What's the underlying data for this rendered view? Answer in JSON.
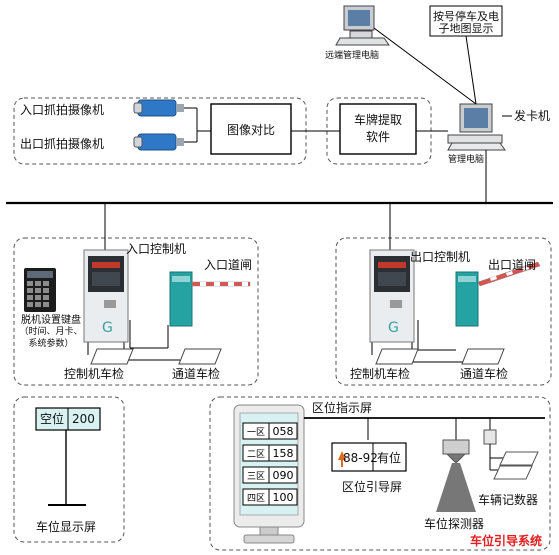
{
  "labels": {
    "remote_pc": "远端管理电脑",
    "map_display": [
      "按号停车及电",
      "子地图显示"
    ],
    "card_issuer": "发卡机",
    "mgmt_pc": "管理电脑",
    "entry_camera": "入口抓拍摄像机",
    "exit_camera": "出口抓拍摄像机",
    "image_compare": "图像对比",
    "plate_software": [
      "车牌提取",
      "软件"
    ],
    "entry_controller": "入口控制机",
    "entry_gate": "入口道闸",
    "exit_controller": "出口控制机",
    "exit_gate": "出口道闸",
    "keypad_label": [
      "脱机设置键盘",
      "（时间、月卡、",
      "系统参数）"
    ],
    "controller_detector_left": "控制机车检",
    "channel_detector_left": "通道车检",
    "controller_detector_right": "控制机车检",
    "channel_detector_right": "通道车检",
    "space_display_caption": "车位显示屏",
    "space_sign_label": "空位",
    "space_sign_value": "200",
    "zone_screen_title": "区位指示屏",
    "guide_screen_caption": "区位引导屏",
    "guide_range": "88-92",
    "guide_status": "有位",
    "space_detector": "车位探测器",
    "vehicle_counter": "车辆记数器",
    "system_title": "车位引导系统"
  },
  "zones": [
    {
      "name": "一区",
      "value": "058"
    },
    {
      "name": "二区",
      "value": "158"
    },
    {
      "name": "三区",
      "value": "090"
    },
    {
      "name": "四区",
      "value": "100"
    }
  ],
  "colors": {
    "line": "#000000",
    "dash": "#555555",
    "panel_cyan": "#d8f1f1",
    "camera_blue": "#2f78c8",
    "gate_teal": "#25a3a3",
    "controller_dark": "#2b2f33",
    "system_title": "#e41f1f"
  }
}
